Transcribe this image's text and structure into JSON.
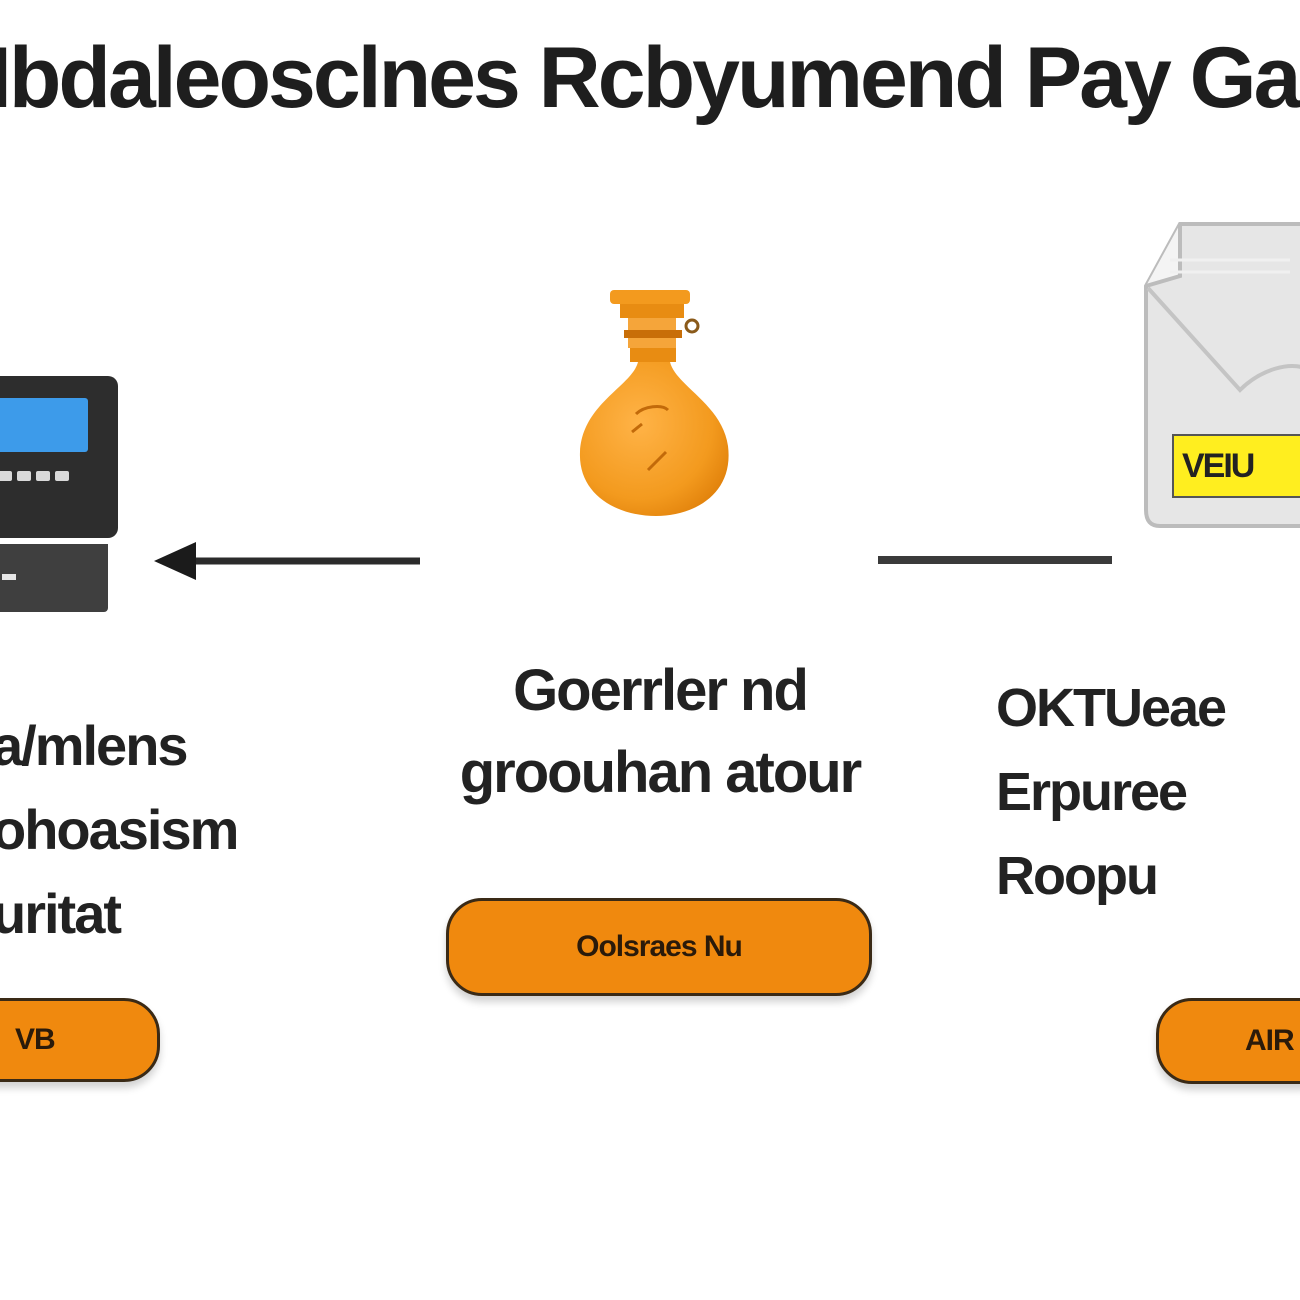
{
  "title": "Ibdaleosclnes Rcbyumend Pay Gaaner Ram",
  "icons": {
    "left": "payment-terminal-icon",
    "middle": "flask-icon",
    "right": "document-icon"
  },
  "document_label": "VEIU",
  "columns": {
    "left": {
      "lines": [
        "a/mlens",
        "ohoasism",
        "uritat"
      ],
      "button": "VB"
    },
    "middle": {
      "lines": [
        "Goerrler nd",
        "groouhan atour"
      ],
      "button": "Oolsraes Nu"
    },
    "right": {
      "lines": [
        "OKTUeae",
        "Erpuree",
        "Roopu"
      ],
      "button": "AIR"
    }
  },
  "colors": {
    "accent": "#f0890e",
    "label_yellow": "#ffee1f",
    "screen_blue": "#3d9bea",
    "dark": "#2d2d2d"
  }
}
